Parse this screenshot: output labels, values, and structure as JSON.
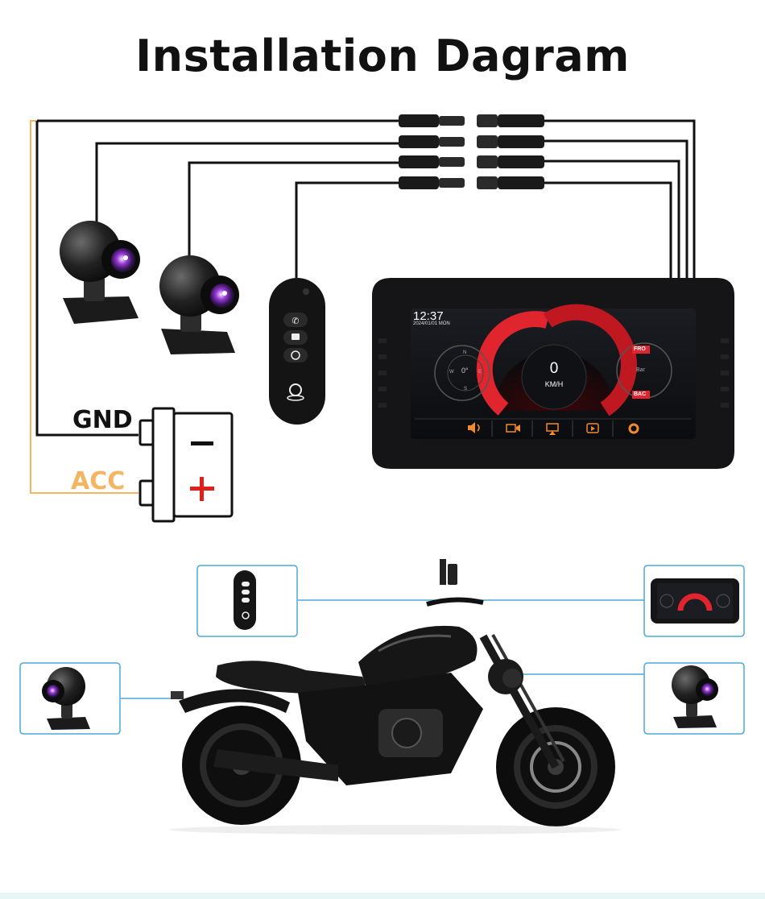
{
  "title": "Installation Dagram",
  "labels": {
    "gnd": "GND",
    "acc": "ACC",
    "minus": "−",
    "plus": "+"
  },
  "screen": {
    "time": "12:37",
    "date": "2024/01/01 MON",
    "speed": "0",
    "unit": "KM/H",
    "compass_deg": "0°",
    "compass_n": "N",
    "compass_s": "S",
    "compass_w": "W",
    "compass_e": "E",
    "fro": "FRO",
    "bac": "BAC",
    "bar": "Bar"
  },
  "colors": {
    "acc": "#f5b462",
    "wire": "#111111",
    "callout": "#4aa8d8",
    "gauge": "#e1252f",
    "plus": "#e0201b"
  }
}
